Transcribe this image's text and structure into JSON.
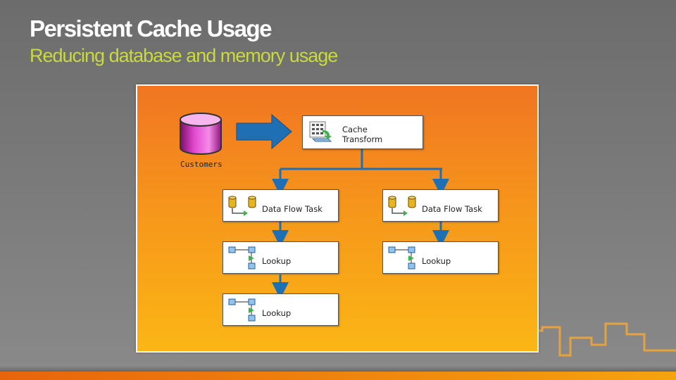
{
  "slide": {
    "title": "Persistent Cache Usage",
    "subtitle": "Reducing database and memory usage"
  },
  "diagram": {
    "database_label": "Customers",
    "cache_transform_line1": "Cache",
    "cache_transform_line2": "Transform",
    "left_column": {
      "task": "Data Flow Task",
      "lookup1": "Lookup",
      "lookup2": "Lookup"
    },
    "right_column": {
      "task": "Data Flow Task",
      "lookup1": "Lookup"
    },
    "colors": {
      "panel_top": "#f07522",
      "panel_bottom": "#fbb615",
      "connector": "#1f6fb5",
      "database": "#e040c8",
      "subtitle": "#c9da3a"
    }
  }
}
